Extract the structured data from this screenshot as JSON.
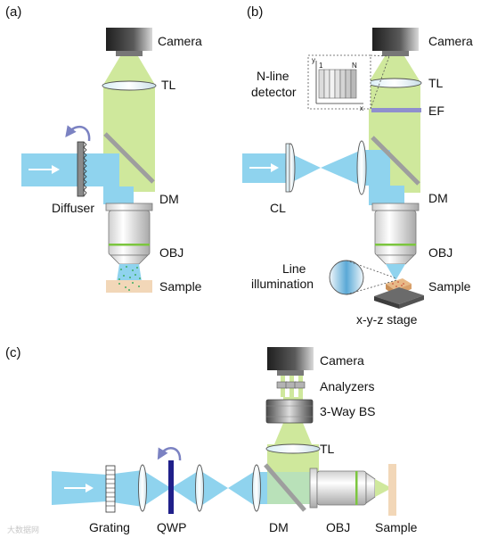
{
  "colors": {
    "excitation": "#8fd3ee",
    "emission": "#cfe89c",
    "dichroic": "#9e9e9e",
    "filter": "#8f8fce",
    "qwp": "#20208a",
    "rotation_arrow": "#7b82c2",
    "sample": "#f2d7b8"
  },
  "panel_a": {
    "tag": "(a)",
    "camera": "Camera",
    "tube_lens": "TL",
    "dichroic": "DM",
    "objective": "OBJ",
    "sample": "Sample",
    "diffuser": "Diffuser"
  },
  "panel_b": {
    "tag": "(b)",
    "camera": "Camera",
    "tube_lens": "TL",
    "emission_filter": "EF",
    "dichroic": "DM",
    "objective": "OBJ",
    "sample": "Sample",
    "cylindrical_lens": "CL",
    "detector_line1": "N-line",
    "detector_line2": "detector",
    "inset_y": "y",
    "inset_x": "x",
    "inset_first": "1",
    "inset_last": "N",
    "illum_line1": "Line",
    "illum_line2": "illumination",
    "stage": "x-y-z stage"
  },
  "panel_c": {
    "tag": "(c)",
    "camera": "Camera",
    "analyzers": "Analyzers",
    "beamsplitter": "3-Way BS",
    "tube_lens": "TL",
    "grating": "Grating",
    "qwp": "QWP",
    "dichroic": "DM",
    "objective": "OBJ",
    "sample": "Sample"
  },
  "watermark": "大数据网"
}
